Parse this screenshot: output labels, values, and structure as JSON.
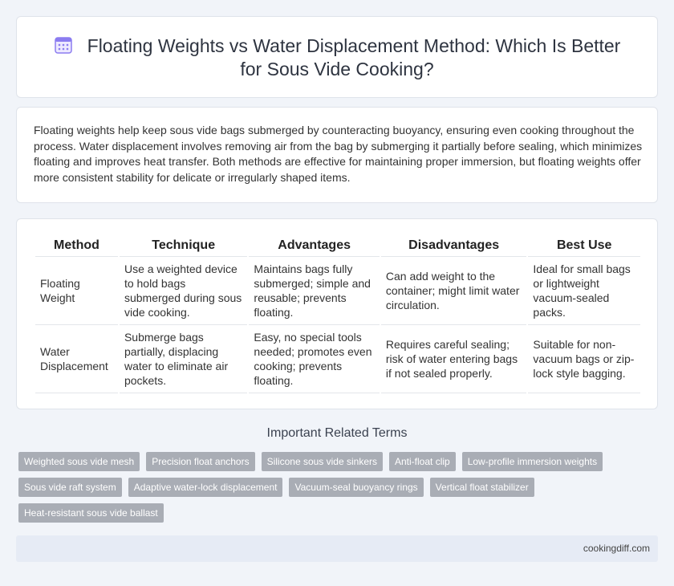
{
  "header": {
    "title": "Floating Weights vs Water Displacement Method: Which Is Better for Sous Vide Cooking?",
    "icon": "calendar-icon",
    "icon_color": "#8b7cf0"
  },
  "summary": {
    "text": "Floating weights help keep sous vide bags submerged by counteracting buoyancy, ensuring even cooking throughout the process. Water displacement involves removing air from the bag by submerging it partially before sealing, which minimizes floating and improves heat transfer. Both methods are effective for maintaining proper immersion, but floating weights offer more consistent stability for delicate or irregularly shaped items."
  },
  "table": {
    "headers": [
      "Method",
      "Technique",
      "Advantages",
      "Disadvantages",
      "Best Use"
    ],
    "rows": [
      [
        "Floating Weight",
        "Use a weighted device to hold bags submerged during sous vide cooking.",
        "Maintains bags fully submerged; simple and reusable; prevents floating.",
        "Can add weight to the container; might limit water circulation.",
        "Ideal for small bags or lightweight vacuum-sealed packs."
      ],
      [
        "Water Displacement",
        "Submerge bags partially, displacing water to eliminate air pockets.",
        "Easy, no special tools needed; promotes even cooking; prevents floating.",
        "Requires careful sealing; risk of water entering bags if not sealed properly.",
        "Suitable for non-vacuum bags or zip-lock style bagging."
      ]
    ]
  },
  "related": {
    "title": "Important Related Terms",
    "tags": [
      "Weighted sous vide mesh",
      "Precision float anchors",
      "Silicone sous vide sinkers",
      "Anti-float clip",
      "Low-profile immersion weights",
      "Sous vide raft system",
      "Adaptive water-lock displacement",
      "Vacuum-seal buoyancy rings",
      "Vertical float stabilizer",
      "Heat-resistant sous vide ballast"
    ]
  },
  "footer": {
    "site": "cookingdiff.com"
  }
}
